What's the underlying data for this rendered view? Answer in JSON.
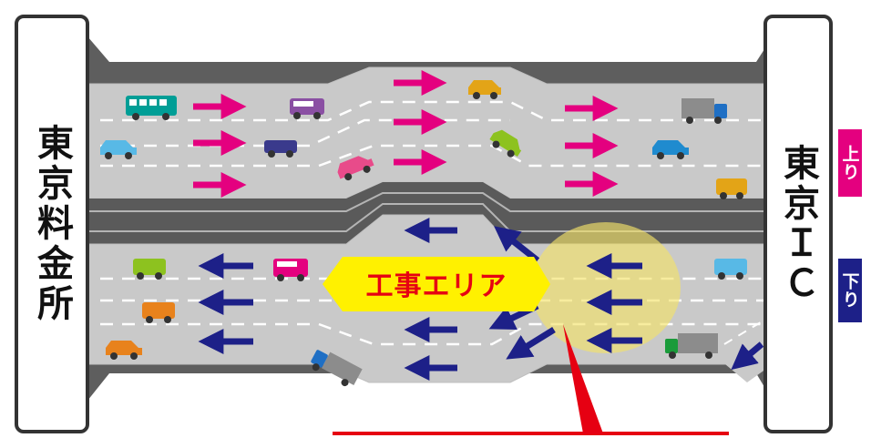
{
  "left_station": {
    "label": "東京料金所"
  },
  "right_station": {
    "label": "東京ＩＣ"
  },
  "direction_up": {
    "label": "上り",
    "color": "#e4007f"
  },
  "direction_down": {
    "label": "下り",
    "color": "#1d2088"
  },
  "work_area": {
    "label": "工事エリア",
    "fill": "#fff100",
    "text_color": "#e60012"
  },
  "colors": {
    "road": "#c8c8c8",
    "road_edge": "#595959",
    "median": "#5a5a5a",
    "up_arrow": "#e4007f",
    "down_arrow": "#1d2088",
    "highlight": "#fff100",
    "pointer": "#e60012"
  },
  "vehicles_up": [
    {
      "kind": "bus-icon",
      "color": "#009e96"
    },
    {
      "kind": "car-icon",
      "color": "#58b9e6"
    },
    {
      "kind": "van-icon",
      "color": "#8a4fa3"
    },
    {
      "kind": "car-icon",
      "color": "#3a3a8c"
    },
    {
      "kind": "car-icon",
      "color": "#e84b8a"
    },
    {
      "kind": "car-icon",
      "color": "#e3a417"
    },
    {
      "kind": "car-icon",
      "color": "#8dc21f"
    },
    {
      "kind": "car-icon",
      "color": "#1f8bcf"
    },
    {
      "kind": "car-icon",
      "color": "#e3a417"
    },
    {
      "kind": "truck-icon",
      "color": "#1f6fc4"
    }
  ],
  "vehicles_down": [
    {
      "kind": "car-icon",
      "color": "#8dc21f"
    },
    {
      "kind": "car-icon",
      "color": "#e8821c"
    },
    {
      "kind": "car-icon",
      "color": "#e8821c"
    },
    {
      "kind": "van-icon",
      "color": "#e4007f"
    },
    {
      "kind": "car-icon",
      "color": "#58b9e6"
    },
    {
      "kind": "truck-icon",
      "color": "#1f6fc4"
    },
    {
      "kind": "truck-icon",
      "color": "#1a9b3a"
    }
  ]
}
